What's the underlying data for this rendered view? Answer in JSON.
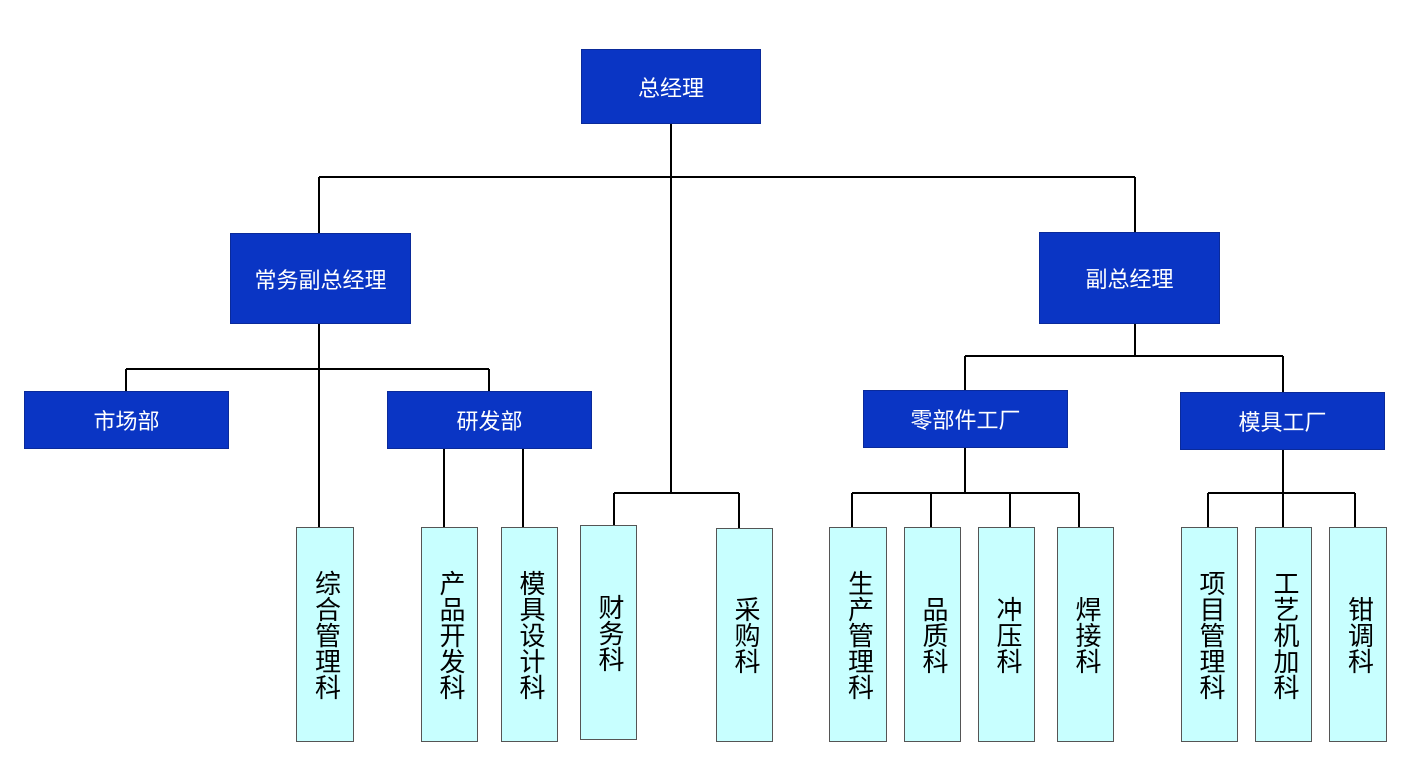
{
  "colors": {
    "primary_box": "#0a35c4",
    "leaf_box": "#c8ffff",
    "connector": "#000000"
  },
  "nodes": {
    "gm": "总经理",
    "exec_vp": "常务副总经理",
    "vp": "副总经理",
    "market": "市场部",
    "rnd": "研发部",
    "parts_factory": "零部件工厂",
    "mold_factory": "模具工厂",
    "general_admin": "综合管理科",
    "product_dev": "产品开发科",
    "mold_design": "模具设计科",
    "finance": "财务科",
    "purchasing": "采购科",
    "production_mgmt": "生产管理科",
    "quality": "品质科",
    "stamping": "冲压科",
    "welding": "焊接科",
    "project_mgmt": "项目管理科",
    "process_machining": "工艺机加科",
    "fitting": "钳调科"
  }
}
